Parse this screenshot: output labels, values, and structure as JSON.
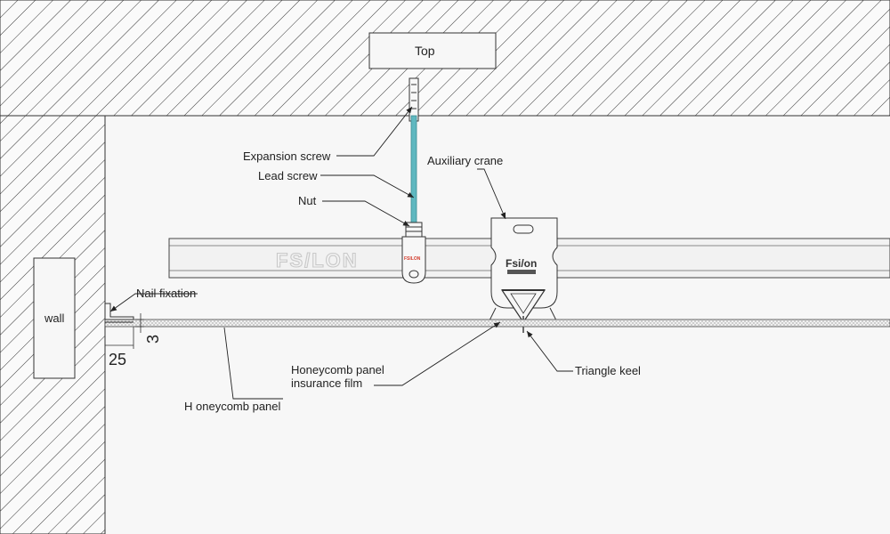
{
  "labels": {
    "top": "Top",
    "wall": "wall",
    "expansion_screw": "Expansion screw",
    "lead_screw": "Lead screw",
    "nut": "Nut",
    "auxiliary_crane": "Auxiliary crane",
    "nail_fixation": "Nail fixation",
    "dim_3": "3",
    "dim_25": "25",
    "insurance_film_line1": "Honeycomb panel",
    "insurance_film_line2": "insurance film",
    "triangle_keel": "Triangle keel",
    "honeycomb_panel": "H oneycomb panel"
  },
  "brand": {
    "rail_logo": "FS/LON",
    "crane_logo": "Fsi/on",
    "nut_logo": "FSILON"
  },
  "colors": {
    "line": "#333333",
    "lead_screw": "#5fb8c0",
    "logo_red": "#d23a2a",
    "background": "#f7f7f7"
  }
}
